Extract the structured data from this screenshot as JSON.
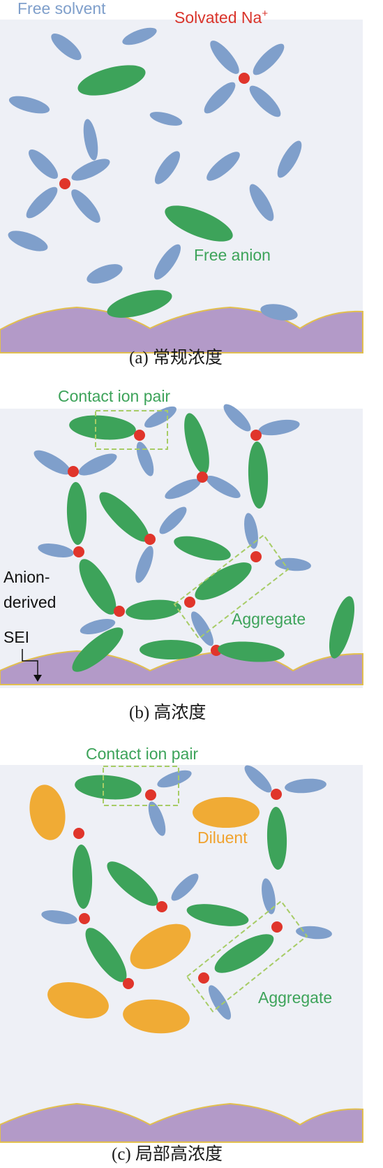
{
  "colors": {
    "solvent": "#7f9fcb",
    "anion": "#3da35a",
    "cation": "#e0352b",
    "diluent": "#f0ab35",
    "electrode": "#b39ac8",
    "electrode_edge": "#e2bf4e",
    "bg": "#eef0f6",
    "box": "#a7cc66",
    "label_blue": "#7f9fcb",
    "label_red": "#d9342b",
    "label_green": "#3da35a",
    "label_orange": "#f0a22e"
  },
  "panel_a": {
    "label_free_solvent": "Free solvent",
    "label_solvated_na": "Solvated Na",
    "label_solvated_na_sup": "+",
    "label_free_anion": "Free anion",
    "caption": "(a) 常规浓度"
  },
  "panel_b": {
    "label_contact_ion_pair": "Contact ion pair",
    "label_aggregate": "Aggregate",
    "label_sei_line1": "Anion-",
    "label_sei_line2": "derived",
    "label_sei_line3": "SEI",
    "caption": "(b) 高浓度"
  },
  "panel_c": {
    "label_contact_ion_pair": "Contact ion pair",
    "label_diluent": "Diluent",
    "label_aggregate": "Aggregate",
    "caption": "(c) 局部高浓度"
  }
}
